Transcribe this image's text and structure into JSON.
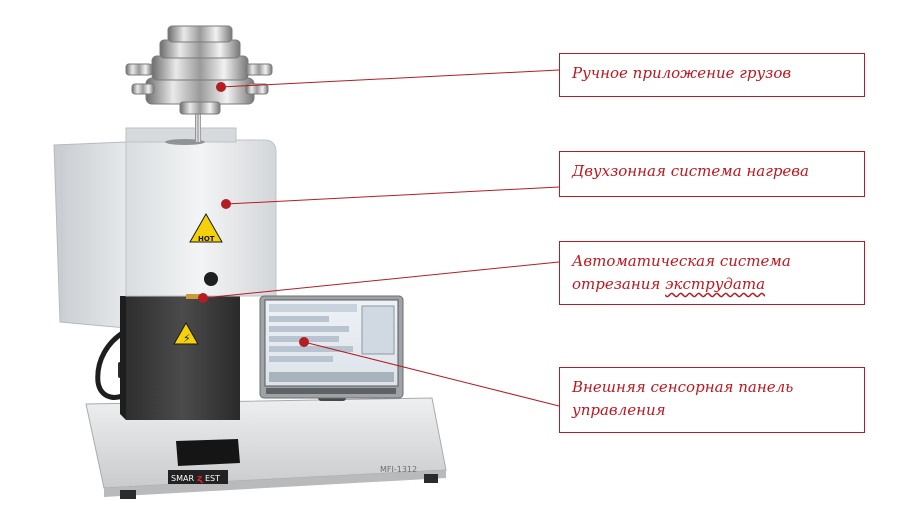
{
  "callouts": [
    {
      "id": "manual-weights",
      "lines": [
        "Ручное приложение грузов"
      ]
    },
    {
      "id": "heating-system",
      "lines": [
        "Двухзонная система нагрева"
      ]
    },
    {
      "id": "auto-cutting",
      "lines": [
        "Автоматическая система",
        "отрезания"
      ],
      "underlined_word": "экструдата"
    },
    {
      "id": "touch-panel",
      "lines": [
        "Внешняя сенсорная панель",
        "управления"
      ]
    }
  ],
  "device": {
    "brand_left": "SMAR",
    "brand_right": "EST",
    "model": "MFI-1312",
    "hot_label": "HOT"
  },
  "colors": {
    "accent": "#b21e24",
    "callout_text": "#c0161d"
  }
}
